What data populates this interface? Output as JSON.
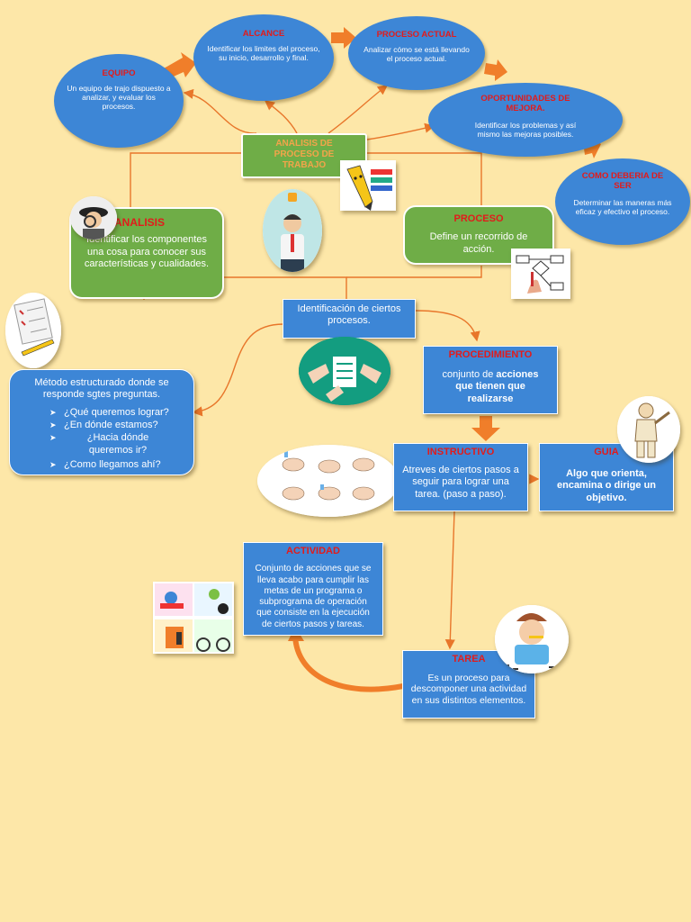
{
  "center": {
    "title": "ANALISIS DE PROCESO DE TRABAJO"
  },
  "alcance": {
    "title": "ALCANCE",
    "text": "Identificar los limites del proceso, su inicio, desarrollo y final."
  },
  "proceso_actual": {
    "title": "PROCESO ACTUAL",
    "text": "Analizar cómo se está llevando el proceso actual."
  },
  "equipo": {
    "title": "EQUIPO",
    "text": "Un equipo de trajo dispuesto a analizar, y evaluar los procesos."
  },
  "oportunidades": {
    "title": "OPORTUNIDADES DE MEJORA.",
    "text": "Identificar los problemas y así mismo las mejoras posibles."
  },
  "como_deberia": {
    "title": "COMO DEBERIA DE SER",
    "text": "Determinar las maneras más eficaz y efectivo el proceso."
  },
  "analisis": {
    "title": "ANALISIS",
    "text": "Identificar los componentes una cosa para conocer sus características y cualidades."
  },
  "proceso": {
    "title": "PROCESO",
    "text": "Define un recorrido de acción."
  },
  "identificacion": {
    "text": "Identificación de ciertos procesos."
  },
  "metodo": {
    "intro": "Método estructurado donde se responde sgtes preguntas.",
    "questions": [
      "¿Qué queremos lograr?",
      "¿En dónde estamos?",
      "¿Hacia dónde queremos ir?",
      "¿Como llegamos ahí?"
    ]
  },
  "procedimiento": {
    "title": "PROCEDIMIENTO",
    "text_a": "conjunto de ",
    "text_b": "acciones que tienen que realizarse"
  },
  "instructivo": {
    "title": "INSTRUCTIVO",
    "text": "Atreves de ciertos pasos a seguir para lograr una tarea. (paso a paso)."
  },
  "guia": {
    "title": "GUIA",
    "text": "Algo que orienta, encamina o dirige un objetivo."
  },
  "actividad": {
    "title": "ACTIVIDAD",
    "text": "Conjunto de acciones que se lleva acabo para cumplir las metas de un programa o subprograma de operación que consiste en la ejecución de ciertos pasos y tareas."
  },
  "tarea": {
    "title": "TAREA",
    "text": "Es un proceso para descomponer una actividad en sus distintos elementos."
  },
  "colors": {
    "background": "#fde7a8",
    "blue": "#3d86d6",
    "green": "#6fad47",
    "title_red": "#e21b1b",
    "arrow_orange": "#f07e2a"
  }
}
